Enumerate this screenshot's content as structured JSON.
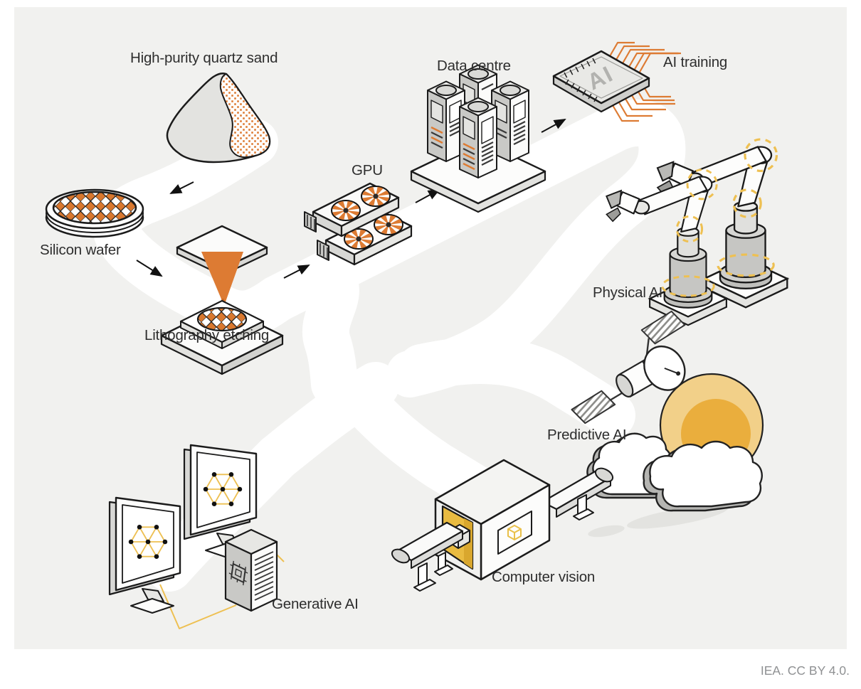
{
  "diagram": {
    "supply_chain": [
      {
        "label": "High-purity quartz sand"
      },
      {
        "label": "Silicon wafer"
      },
      {
        "label": "Lithography etching"
      },
      {
        "label": "GPU"
      },
      {
        "label": "Data centre"
      },
      {
        "label": "AI training"
      }
    ],
    "applications": [
      {
        "label": "Physical AI"
      },
      {
        "label": "Predictive AI"
      },
      {
        "label": "Computer vision"
      },
      {
        "label": "Generative AI"
      }
    ],
    "chip_text": "AI",
    "attribution": "IEA. CC BY 4.0.",
    "colors": {
      "background": "#f1f1ef",
      "road": "#ffffff",
      "orange": "#dd7b33",
      "yellow": "#eec052",
      "sun_light": "#f2d089",
      "sun_dark": "#eaae3d",
      "outline": "#1a1a1a",
      "text": "#2e2e2e",
      "attribution_text": "#8f9193"
    }
  }
}
